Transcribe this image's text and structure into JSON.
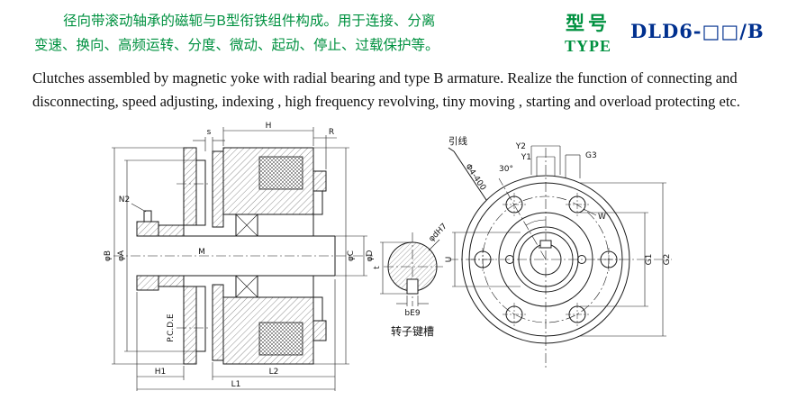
{
  "colors": {
    "heading_green": "#009140",
    "model_blue": "#00308f",
    "body_text": "#101010",
    "drawing_line": "#1a1a1a"
  },
  "header": {
    "intro_zh": [
      "径向带滚动轴承的磁轭与B型衔铁组件构成。用于连接、分离",
      "变速、换向、高频运转、分度、微动、起动、停止、过载保护等。"
    ],
    "type_zh": "型号",
    "type_en": "TYPE",
    "model": "DLD6-□□/B",
    "intro_en": [
      "Clutches assembled by magnetic yoke with radial bearing and type B armature. Realize the function of connecting and",
      "disconnecting, speed adjusting, indexing , high frequency revolving, tiny moving , starting and overload protecting etc."
    ]
  },
  "section_view": {
    "dims": {
      "s": "s",
      "H": "H",
      "R": "R",
      "N2": "N2",
      "M": "M",
      "pcd": "P.C.D.E",
      "phiB": "φB",
      "phiA": "φA",
      "phiC": "φC",
      "phiD": "φD",
      "H1": "H1",
      "L2": "L2",
      "L1": "L1"
    }
  },
  "keyway_view": {
    "bore": "φdH7",
    "width": "bE9",
    "depth": "t",
    "caption": "转子键槽"
  },
  "front_view": {
    "lead": "引线",
    "lead_spec": "Φ4-400",
    "angle": "30°",
    "Y2": "Y2",
    "Y1": "Y1",
    "G3": "G3",
    "W": "W",
    "U": "U",
    "G1": "G1",
    "G2": "G2"
  }
}
